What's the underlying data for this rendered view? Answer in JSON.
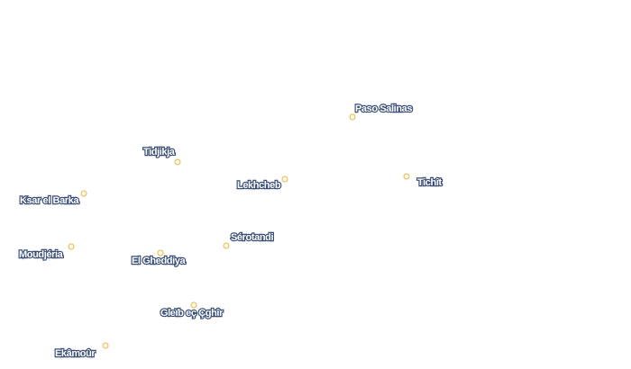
{
  "map": {
    "places": [
      {
        "id": "paso-salinas",
        "name": "Paso Salinas"
      },
      {
        "id": "tidjikja",
        "name": "Tidjikja"
      },
      {
        "id": "lekhcheb",
        "name": "Lekhcheb"
      },
      {
        "id": "tichit",
        "name": "Tichît"
      },
      {
        "id": "ksar-el-barka",
        "name": "Ksar el Barka"
      },
      {
        "id": "serotandi",
        "name": "Sérotandi"
      },
      {
        "id": "moudjeria",
        "name": "Moudjéria"
      },
      {
        "id": "el-gheddiya",
        "name": "El Gheddiya"
      },
      {
        "id": "gleib-ec-cghir",
        "name": "Gleïb eç Çghîr"
      },
      {
        "id": "ekamour",
        "name": "Ekâmoûr"
      }
    ],
    "colors": {
      "marker_stroke": "#e8b850",
      "marker_fill": "#fffbe8",
      "label_halo": "#3b4f78",
      "label_text": "#ffffff",
      "background": "#ffffff"
    }
  }
}
